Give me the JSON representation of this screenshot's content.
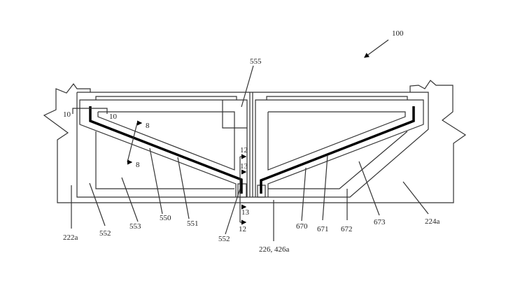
{
  "figure_ref": "100",
  "labels": {
    "l555": "555",
    "l10a": "10",
    "l10b": "10",
    "l8a": "8",
    "l8b": "8",
    "l12a": "12",
    "l13a": "13",
    "l13b": "13",
    "l12b": "12",
    "l222a": "222a",
    "l552a": "552",
    "l553": "553",
    "l550": "550",
    "l551": "551",
    "l552b": "552",
    "l226": "226, 426a",
    "l670": "670",
    "l671": "671",
    "l672": "672",
    "l673": "673",
    "l224a": "224a"
  }
}
